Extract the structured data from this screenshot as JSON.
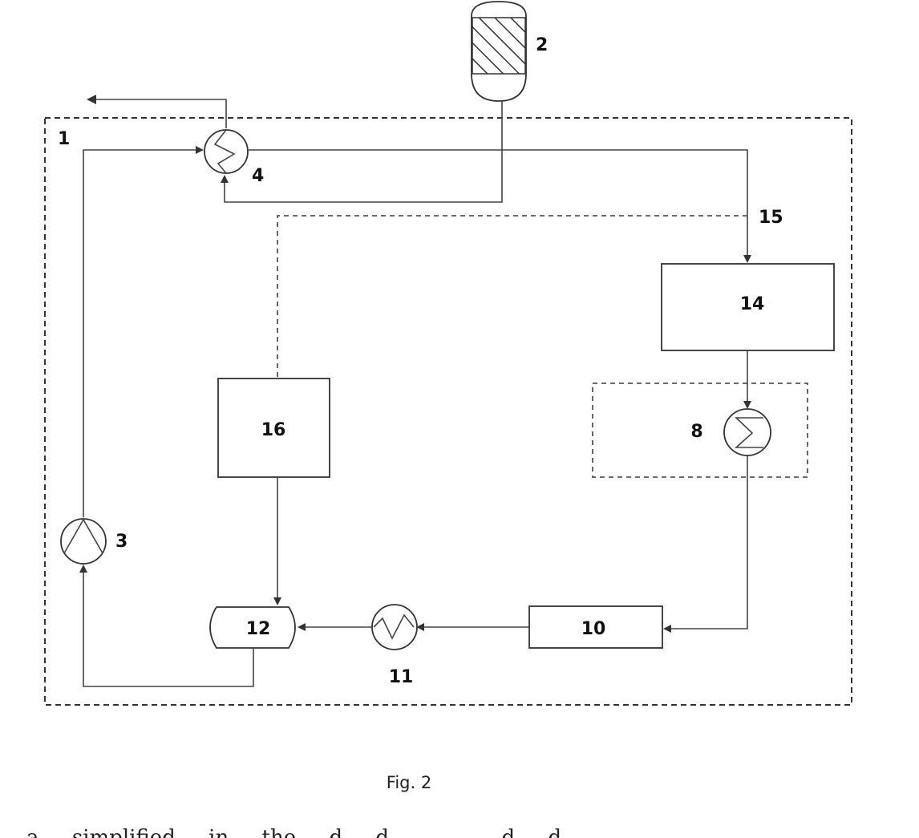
{
  "figure": {
    "caption": "Fig. 2",
    "labels": {
      "system_boundary": "1",
      "tank": "2",
      "pump": "3",
      "exchanger_top": "4",
      "exchanger_right": "8",
      "unit_10": "10",
      "exchanger_bottom": "11",
      "vessel": "12",
      "unit_14": "14",
      "line_15": "15",
      "unit_16": "16"
    }
  },
  "bottom_text": "... a ... simplified ... in ... the ... d ... d ... ... ... ... d ... d ..."
}
